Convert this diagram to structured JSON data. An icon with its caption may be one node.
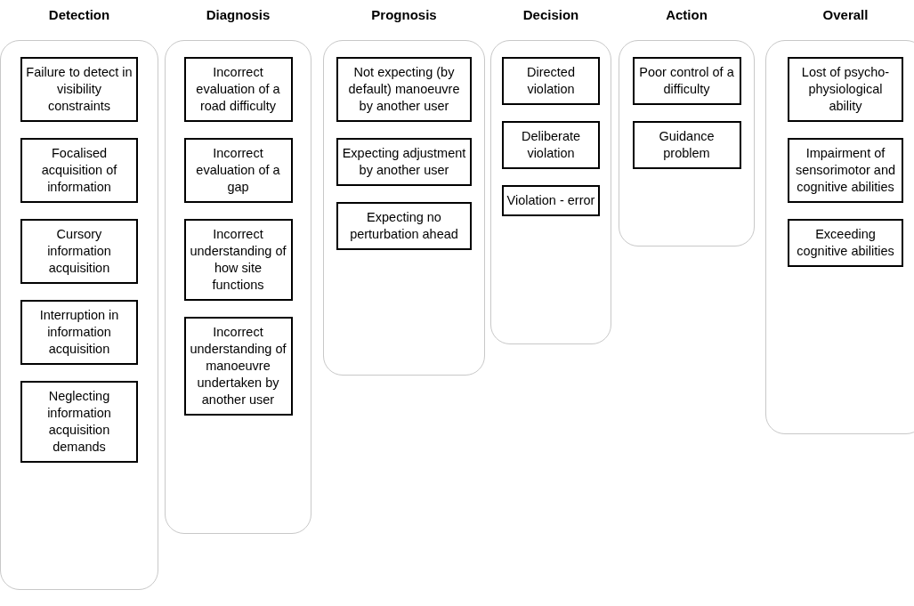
{
  "diagram": {
    "nodes": [
      {
        "text": [
          "Detection"
        ]
      },
      {
        "text": [
          "Failure to detect in visibility constraints"
        ],
        "in": 0
      },
      {
        "text": [
          "Focalised acquisition of information"
        ],
        "in": 0
      },
      {
        "text": [
          "Cursory information acquisition"
        ],
        "in": 0
      },
      {
        "text": [
          "Interruption in information acquisition"
        ],
        "in": 0
      },
      {
        "text": [
          "Neglecting information acquisition demands"
        ],
        "in": 0
      },
      {
        "text": [
          "Diagnosis"
        ]
      },
      {
        "text": [
          "Incorrect evaluation of a road difficulty"
        ],
        "in": 6
      },
      {
        "text": [
          "Incorrect evaluation of a gap"
        ],
        "in": 6
      },
      {
        "text": [
          "Incorrect understanding of how site functions"
        ],
        "in": 6
      },
      {
        "text": [
          "Incorrect understanding of manoeuvre undertaken by another user"
        ],
        "in": 6
      },
      {
        "text": [
          "Prognosis"
        ]
      },
      {
        "text": [
          "Not expecting (by default) manoeuvre by another user"
        ],
        "in": 11
      },
      {
        "text": [
          "Expecting adjustment by another user"
        ],
        "in": 11
      },
      {
        "text": [
          "Expecting no perturbation ahead"
        ],
        "in": 11
      },
      {
        "text": [
          "Decision"
        ]
      },
      {
        "text": [
          "Directed violation"
        ],
        "in": 15
      },
      {
        "text": [
          "Deliberate violation"
        ],
        "in": 15
      },
      {
        "text": [
          "Violation - error"
        ],
        "in": 15
      },
      {
        "text": [
          "Action"
        ]
      },
      {
        "text": [
          "Poor control of a difficulty"
        ],
        "in": 19
      },
      {
        "text": [
          "Guidance problem"
        ],
        "in": 19
      },
      {
        "text": [
          "Overall"
        ]
      },
      {
        "text": [
          "Lost of psycho-physiological ability"
        ],
        "in": 22
      },
      {
        "text": [
          "Impairment of sensorimotor and cognitive abilities"
        ],
        "in": 22
      },
      {
        "text": [
          "Exceeding cognitive abilities"
        ],
        "in": 22
      }
    ],
    "edges": []
  }
}
